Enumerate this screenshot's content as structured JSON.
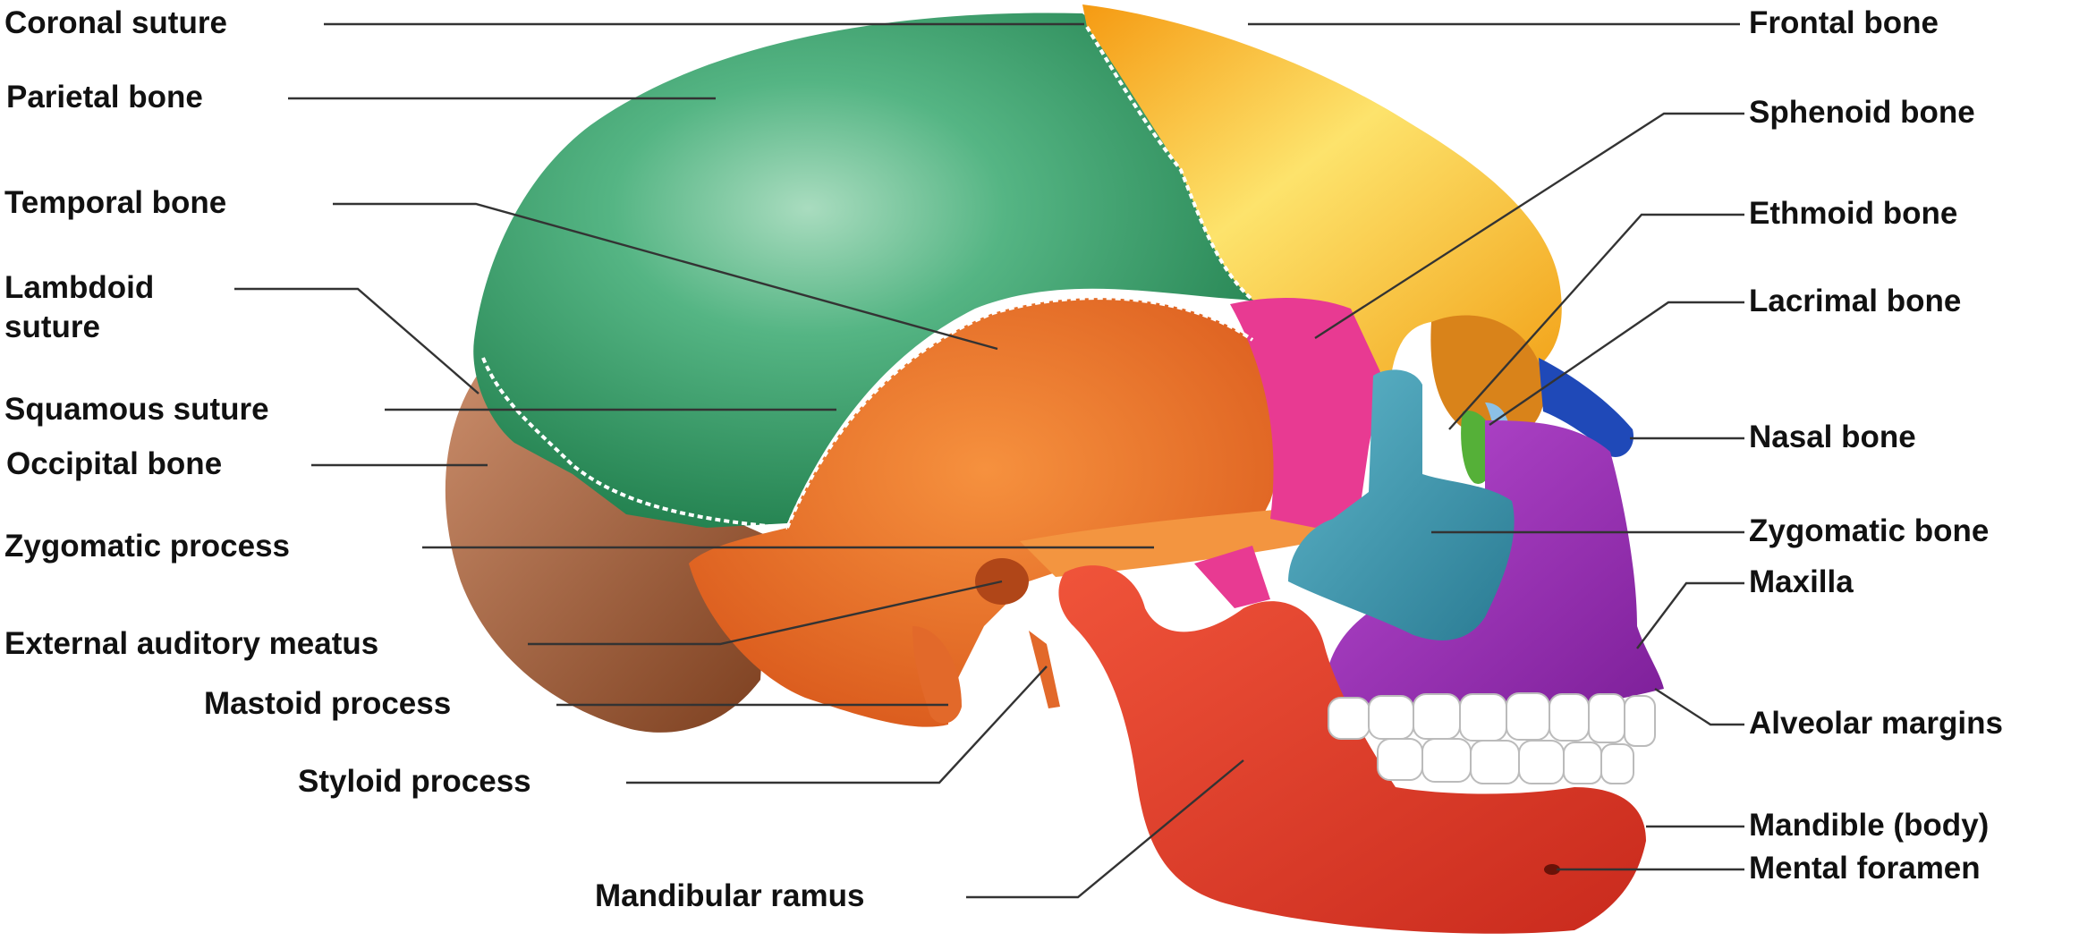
{
  "diagram": {
    "left_labels": [
      {
        "id": "coronal-suture",
        "text": "Coronal suture"
      },
      {
        "id": "parietal-bone",
        "text": "Parietal bone"
      },
      {
        "id": "temporal-bone",
        "text": "Temporal bone"
      },
      {
        "id": "lambdoid-suture",
        "text": "Lambdoid\nsuture"
      },
      {
        "id": "squamous-suture",
        "text": "Squamous suture"
      },
      {
        "id": "occipital-bone",
        "text": "Occipital bone"
      },
      {
        "id": "zygomatic-process",
        "text": "Zygomatic process"
      },
      {
        "id": "external-auditory-meatus",
        "text": "External auditory meatus"
      },
      {
        "id": "mastoid-process",
        "text": "Mastoid process"
      },
      {
        "id": "styloid-process",
        "text": "Styloid process"
      },
      {
        "id": "mandibular-ramus",
        "text": "Mandibular ramus"
      }
    ],
    "right_labels": [
      {
        "id": "frontal-bone",
        "text": "Frontal bone"
      },
      {
        "id": "sphenoid-bone",
        "text": "Sphenoid bone"
      },
      {
        "id": "ethmoid-bone",
        "text": "Ethmoid bone"
      },
      {
        "id": "lacrimal-bone",
        "text": "Lacrimal bone"
      },
      {
        "id": "nasal-bone",
        "text": "Nasal bone"
      },
      {
        "id": "zygomatic-bone",
        "text": "Zygomatic bone"
      },
      {
        "id": "maxilla",
        "text": "Maxilla"
      },
      {
        "id": "alveolar-margins",
        "text": "Alveolar margins"
      },
      {
        "id": "mandible-body",
        "text": "Mandible (body)"
      },
      {
        "id": "mental-foramen",
        "text": "Mental foramen"
      }
    ],
    "bone_colors": {
      "parietal": "#2f9a63",
      "frontal": "#f7b61c",
      "temporal": "#ee7526",
      "occipital": "#a65d3b",
      "sphenoid": "#e8348e",
      "ethmoid": "#5db33b",
      "lacrimal": "#7fb7e0",
      "nasal": "#1f49b8",
      "zygomatic": "#3f9bb3",
      "maxilla": "#9a2fb5",
      "mandible": "#e3402b",
      "teeth": "#ffffff"
    }
  }
}
